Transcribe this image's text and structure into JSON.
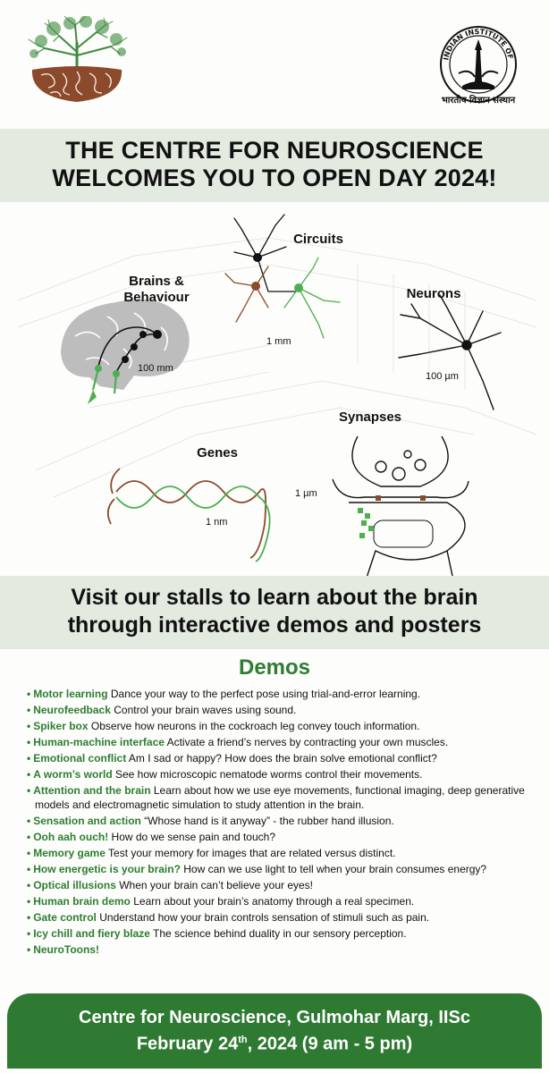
{
  "header": {
    "institute_caption": "भारतीय विज्ञान संस्थान",
    "logo_ring_text": "INDIAN INSTITUTE OF SCIENCE"
  },
  "headline": {
    "line1": "THE CENTRE FOR NEUROSCIENCE",
    "line2": "WELCOMES YOU TO OPEN DAY 2024!"
  },
  "illustrations": {
    "brains_label_1": "Brains &",
    "brains_label_2": "Behaviour",
    "brains_scale": "100 mm",
    "circuits_label": "Circuits",
    "circuits_scale": "1 mm",
    "neurons_label": "Neurons",
    "neurons_scale": "100 µm",
    "synapses_label": "Synapses",
    "synapses_scale": "1 µm",
    "genes_label": "Genes",
    "genes_scale": "1 nm"
  },
  "stalls": {
    "line1": "Visit our stalls to learn about the brain",
    "line2": "through interactive demos and posters"
  },
  "demos": {
    "title": "Demos",
    "items": [
      {
        "name": "Motor learning",
        "desc": "Dance your way to the perfect pose using trial-and-error learning."
      },
      {
        "name": "Neurofeedback",
        "desc": "Control your brain waves using sound."
      },
      {
        "name": "Spiker box",
        "desc": "Observe how neurons in the cockroach leg convey touch information."
      },
      {
        "name": "Human-machine interface",
        "desc": "Activate a friend’s nerves by contracting your own muscles."
      },
      {
        "name": "Emotional conflict",
        "desc": "Am I sad or happy? How does the brain solve emotional conflict?"
      },
      {
        "name": "A worm’s world",
        "desc": "See how microscopic nematode worms control their movements."
      },
      {
        "name": "Attention and the brain",
        "desc": "Learn about how we use eye movements, functional imaging, deep generative models and electromagnetic simulation to study attention in the brain."
      },
      {
        "name": "Sensation and action",
        "desc": "“Whose hand is it anyway” - the rubber hand illusion."
      },
      {
        "name": "Ooh aah ouch!",
        "desc": "How do we sense pain and touch?"
      },
      {
        "name": "Memory game",
        "desc": "Test your memory for images that are related versus distinct."
      },
      {
        "name": "How energetic is your brain?",
        "desc": "How can we use light to tell when your brain consumes energy?"
      },
      {
        "name": "Optical illusions",
        "desc": "When your brain can’t believe your eyes!"
      },
      {
        "name": "Human brain demo",
        "desc": "Learn about your brain’s anatomy through a real specimen."
      },
      {
        "name": "Gate control",
        "desc": "Understand how your brain controls sensation of stimuli such as pain."
      },
      {
        "name": "Icy chill and fiery blaze",
        "desc": "The science behind duality in our sensory perception."
      },
      {
        "name": "NeuroToons!",
        "desc": ""
      }
    ]
  },
  "footer": {
    "venue": "Centre for Neuroscience, Gulmohar Marg, IISc",
    "date_prefix": "February 24",
    "date_sup": "th",
    "date_suffix": ", 2024 (9 am - 5 pm)"
  },
  "colors": {
    "accent_green": "#2e7d32",
    "band_bg": "#e3ebe0",
    "footer_bg": "#2f7a33",
    "brain_brown": "#8b4a2b",
    "tree_green": "#3d8b3d"
  }
}
